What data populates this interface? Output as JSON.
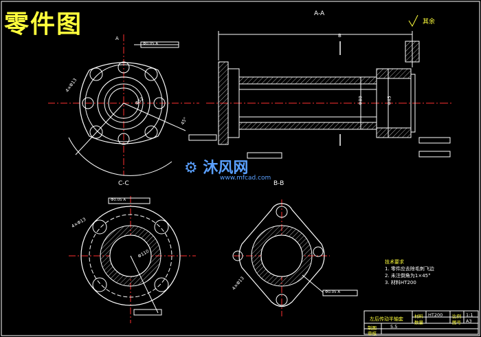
{
  "drawing": {
    "title": "零件图",
    "section_aa": "A-A",
    "section_bb": "B-B",
    "section_cc": "C-C",
    "roughness_note": "其余",
    "letter_a": "A",
    "letter_b": "B"
  },
  "dimensions": {
    "holes_top": "4×Φ13",
    "holes_bottom": "4×Φ13",
    "holes_right": "4×Φ13",
    "bore_dia": "Φ52",
    "bore_dia2": "Φ80",
    "bore_dia3": "Φ45",
    "bore_dia4": "Φ110",
    "angle": "45°",
    "tol_box": "Φ0.05 A"
  },
  "tech_req": {
    "title": "技术要求",
    "items": [
      "1. 零件应去除毛刺飞边",
      "2. 未注倒角为1×45°",
      "3. 材料HT200"
    ]
  },
  "title_block": {
    "part_name": "左后传动半轴套",
    "material_label": "材料",
    "material_value": "HT200",
    "scale_label": "比例",
    "scale_value": "1:1",
    "qty_label": "数量",
    "drawing_no_label": "图号",
    "drawing_no_value": "A3",
    "drawn_label": "制图",
    "drawn_value": "5.5",
    "checked_label": "审核"
  },
  "watermark": {
    "text": "沐风网",
    "url": "www.mfcad.com"
  },
  "colors": {
    "background": "#000000",
    "line": "#ffffff",
    "accent_yellow": "#ffff3c",
    "center_red": "#ff3030",
    "dim_cyan": "#00ffff",
    "watermark_blue": "#5aa0ff"
  }
}
